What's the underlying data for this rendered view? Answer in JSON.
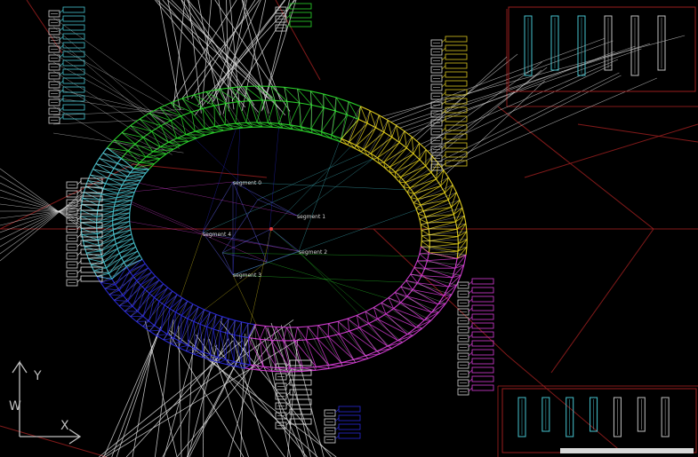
{
  "viewport": {
    "title": "",
    "background": "#000000",
    "colors": {
      "green": "#2bd92b",
      "yellow": "#e6d21c",
      "magenta": "#d63cd6",
      "blue": "#2a2ad8",
      "cyan": "#46c4d0",
      "white": "#e6e6e6",
      "red": "#9a1e1e",
      "yellow_tag": "#d7c41e"
    },
    "segments": [
      {
        "label": "segment 0",
        "color": "green"
      },
      {
        "label": "segment 1",
        "color": "yellow"
      },
      {
        "label": "segment 2",
        "color": "magenta"
      },
      {
        "label": "segment 3",
        "color": "blue"
      },
      {
        "label": "segment 4",
        "color": "cyan"
      }
    ],
    "segment_labels": {
      "s0": "segment 0",
      "s1": "segment 1",
      "s2": "segment 2",
      "s3": "segment 3",
      "s4": "segment 4"
    },
    "ucs": {
      "y": "Y",
      "x": "X",
      "w": "W",
      "icon": "ucs-axis-icon"
    },
    "panels": [
      {
        "name": "top-right-panel",
        "bars": 6
      },
      {
        "name": "bottom-right-panel",
        "bars": 7
      }
    ]
  }
}
